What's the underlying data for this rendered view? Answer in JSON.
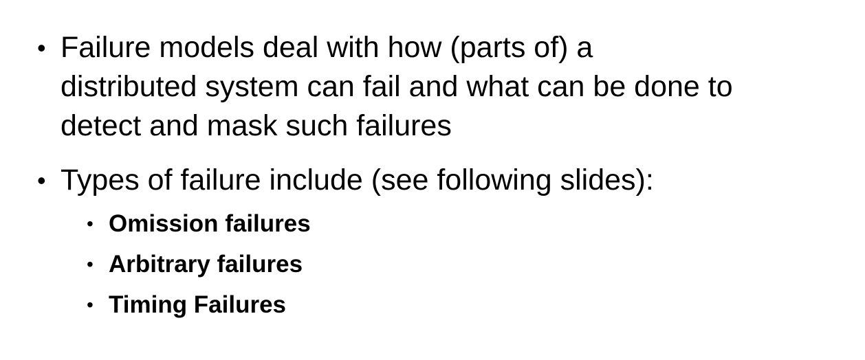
{
  "bullets": [
    {
      "lines": [
        "Failure models deal with how (parts of) a",
        "distributed system can fail and what can be done to",
        "detect and mask such failures"
      ]
    },
    {
      "lines": [
        "Types of failure include (see following slides):"
      ],
      "sub_bullets": [
        "Omission failures",
        "Arbitrary failures",
        "Timing Failures"
      ]
    }
  ],
  "bullet_glyph": "•"
}
